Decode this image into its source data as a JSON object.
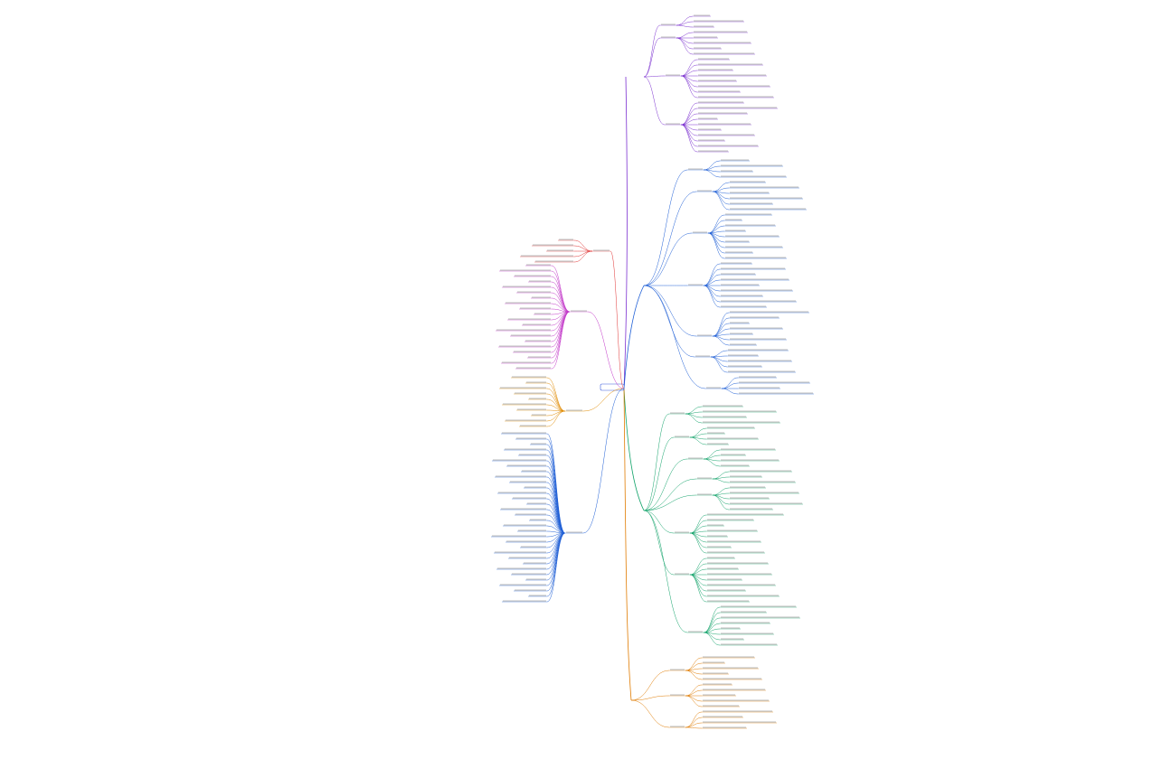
{
  "root": {
    "label": "",
    "accent": "#3b5bdb"
  },
  "branches": [
    {
      "id": "purple-top",
      "color": "#7b2fd0",
      "side": "right"
    },
    {
      "id": "blue-right",
      "color": "#1f5fd6",
      "side": "right"
    },
    {
      "id": "green-right",
      "color": "#12a36a",
      "side": "right"
    },
    {
      "id": "orange-right",
      "color": "#e07b00",
      "side": "right"
    },
    {
      "id": "red-left",
      "color": "#e03131",
      "side": "left"
    },
    {
      "id": "magenta-left",
      "color": "#c235c8",
      "side": "left"
    },
    {
      "id": "orange-left",
      "color": "#e08a00",
      "side": "left"
    },
    {
      "id": "blue-left",
      "color": "#1f5fd6",
      "side": "left"
    }
  ],
  "note": ""
}
